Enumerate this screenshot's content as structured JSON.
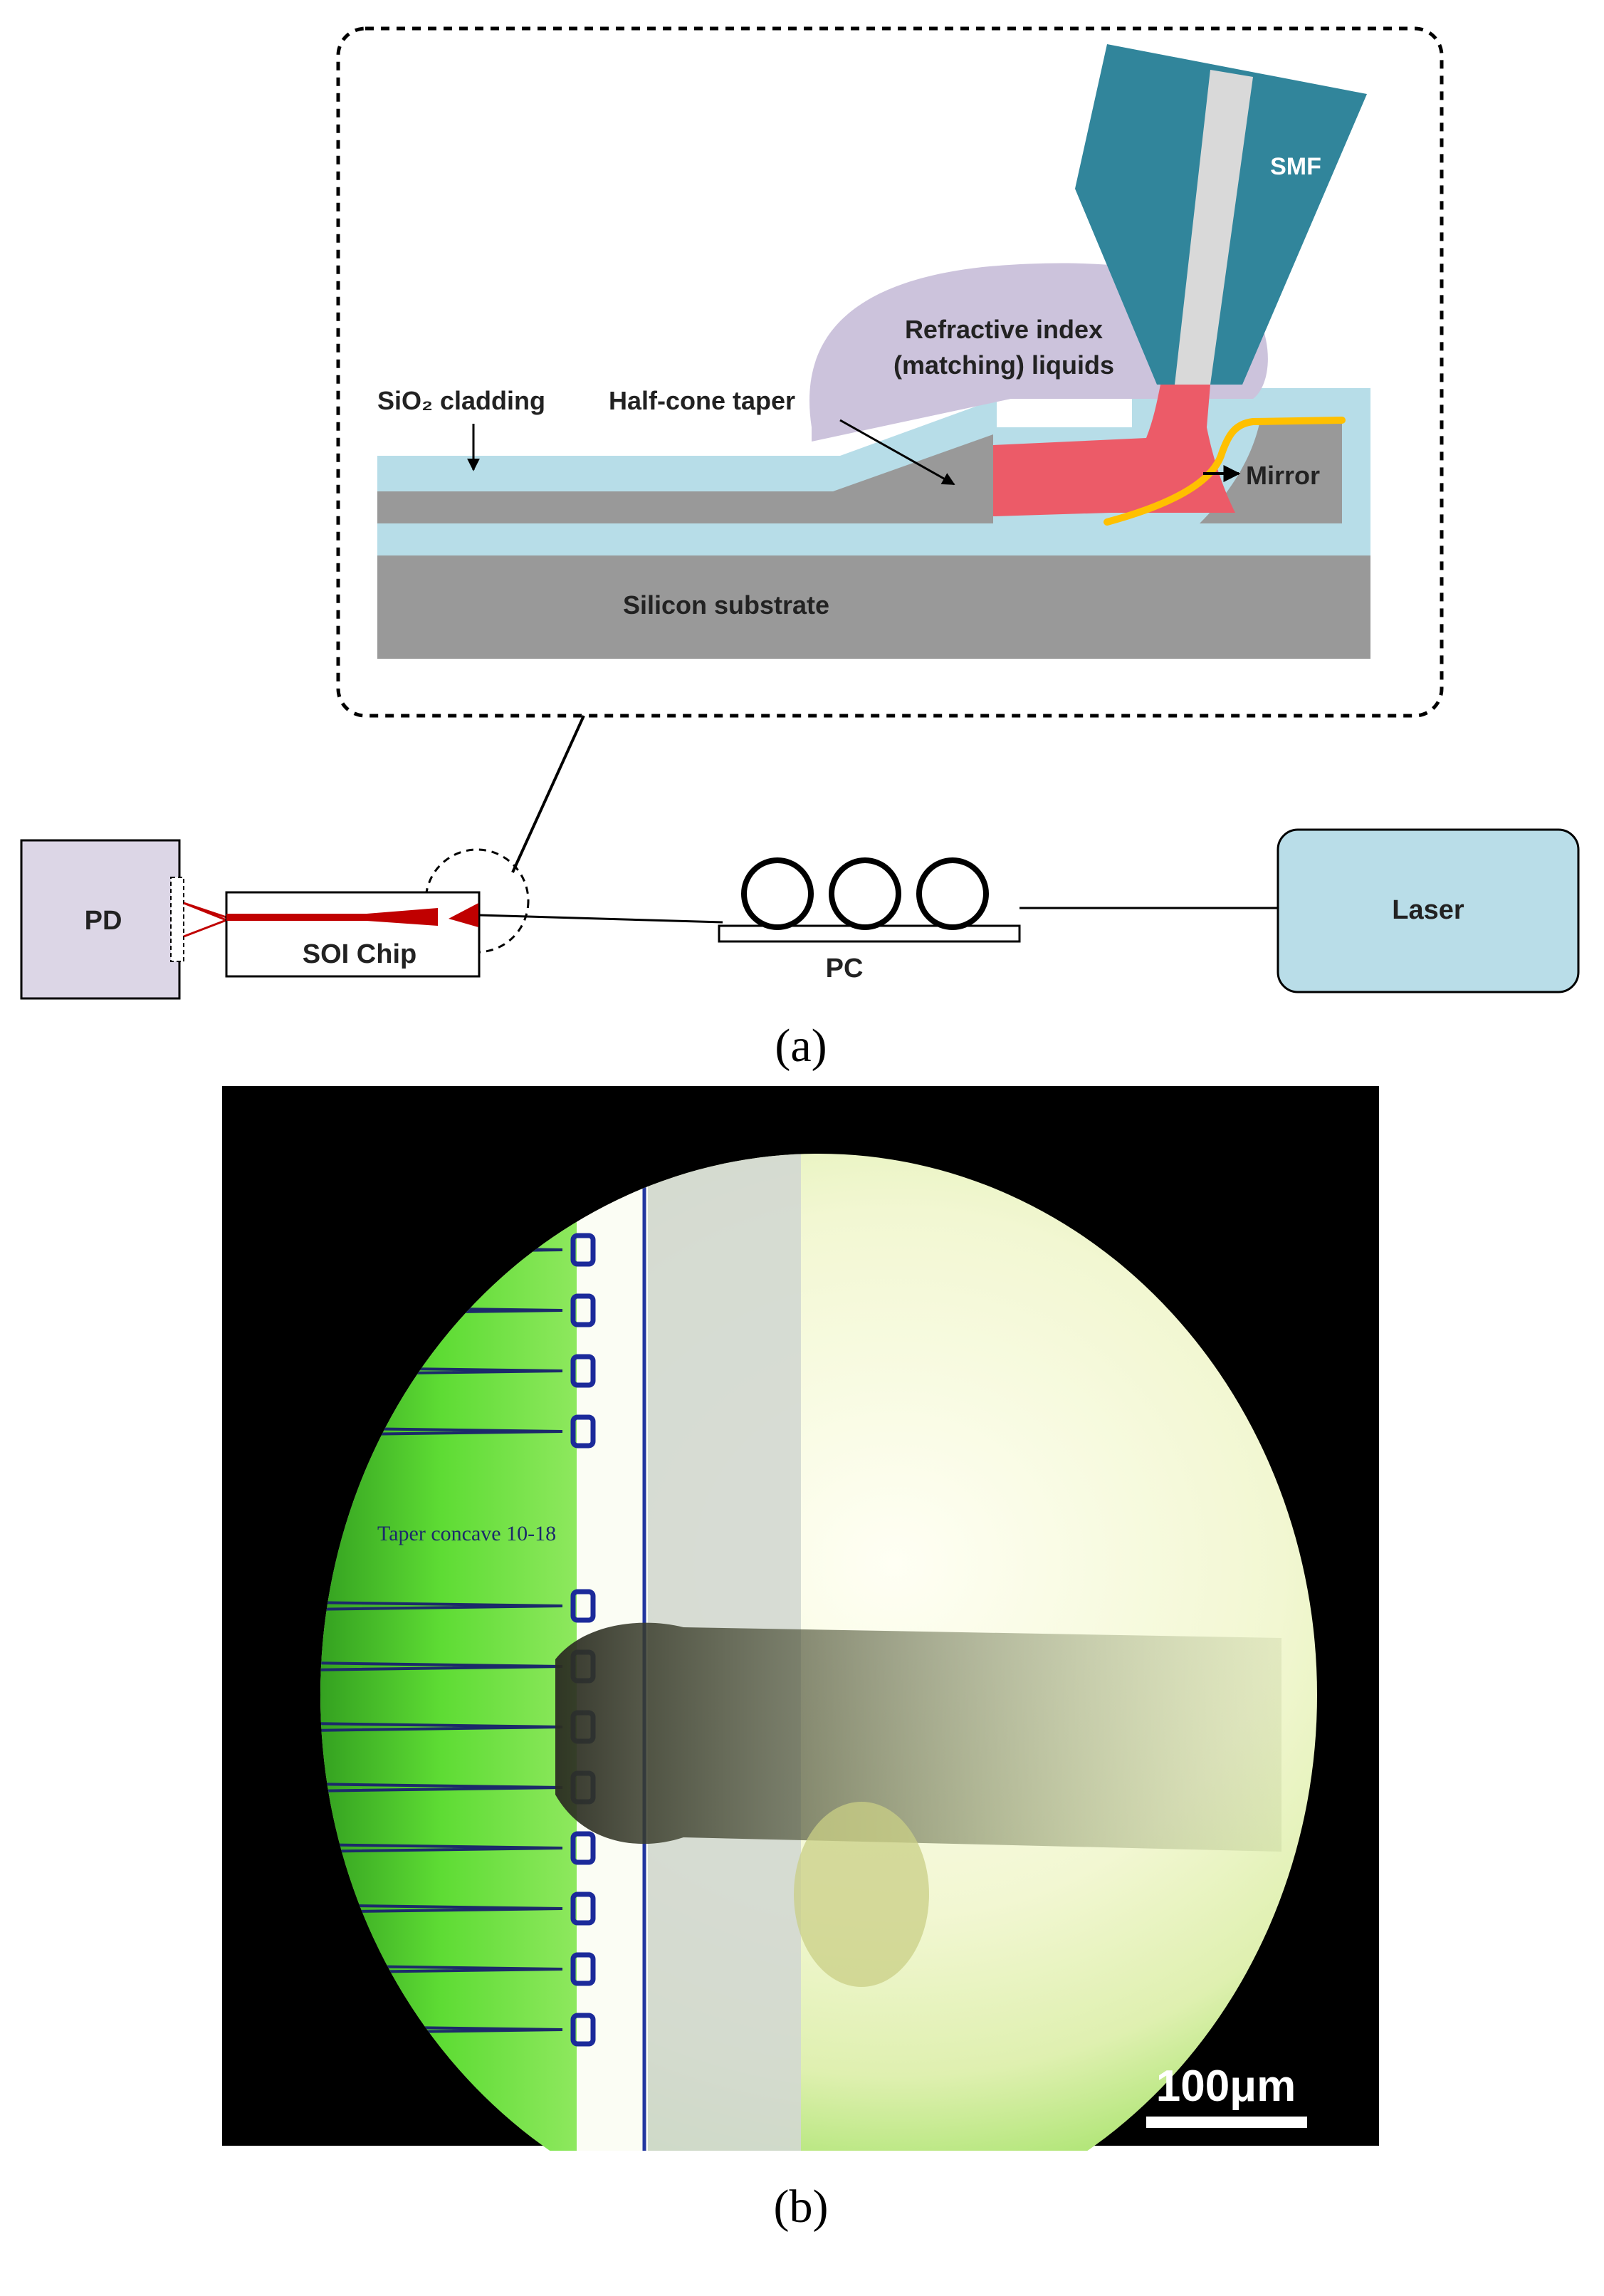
{
  "panel_a": {
    "caption": "(a)",
    "inset": {
      "labels": {
        "smf": "SMF",
        "rim_line1": "Refractive index",
        "rim_line2": "(matching) liquids",
        "sio2": "SiO₂ cladding",
        "taper": "Half-cone taper",
        "mirror": "Mirror",
        "substrate": "Silicon substrate"
      },
      "colors": {
        "sio2": "#b7dde8",
        "silicon": "#999999",
        "liquid": "#ccc3dc",
        "fiber_jacket": "#31859b",
        "fiber_core": "#d9d9d9",
        "light": "#ec5b68",
        "mirror": "#ffc000"
      }
    },
    "setup": {
      "pd": "PD",
      "chip": "SOI Chip",
      "pc": "PC",
      "laser": "Laser",
      "colors": {
        "pd_box": "#dcd6e6",
        "laser_box": "#b9dde8",
        "waveguide": "#c00000"
      }
    }
  },
  "panel_b": {
    "caption": "(b)",
    "micro_label": "Taper concave 10-18",
    "scale_bar": "100μm",
    "colors": {
      "background": "#000000",
      "field": "#f4f8dc",
      "green": "#5cdd2f"
    }
  }
}
